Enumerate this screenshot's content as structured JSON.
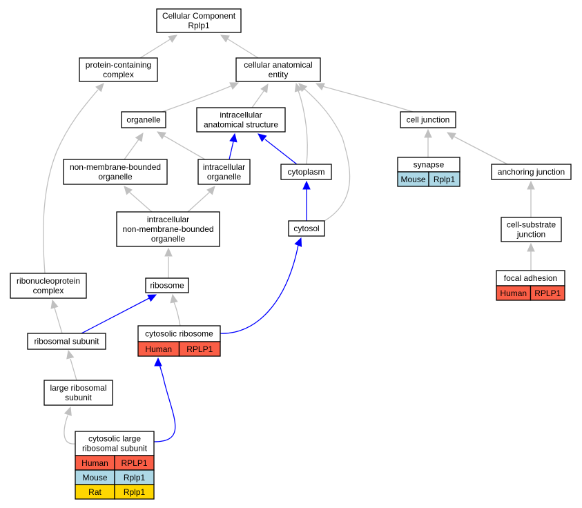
{
  "colors": {
    "edge_is_a": "#c0c0c0",
    "edge_part_of": "#0000ff",
    "species_human": "#fa5e46",
    "species_mouse": "#add8e6",
    "species_rat": "#ffd700"
  },
  "nodes": {
    "cellular_component": [
      "Cellular Component",
      "Rplp1"
    ],
    "protein_containing_complex": [
      "protein-containing",
      "complex"
    ],
    "cellular_anatomical_entity": [
      "cellular anatomical",
      "entity"
    ],
    "organelle": [
      "organelle"
    ],
    "intracellular_anatomical_structure": [
      "intracellular",
      "anatomical structure"
    ],
    "cell_junction": [
      "cell junction"
    ],
    "non_membrane_bounded_organelle": [
      "non-membrane-bounded",
      "organelle"
    ],
    "intracellular_organelle": [
      "intracellular",
      "organelle"
    ],
    "cytoplasm": [
      "cytoplasm"
    ],
    "synapse": [
      "synapse"
    ],
    "anchoring_junction": [
      "anchoring junction"
    ],
    "intracellular_non_membrane_bounded_organelle": [
      "intracellular",
      "non-membrane-bounded",
      "organelle"
    ],
    "cytosol": [
      "cytosol"
    ],
    "cell_substrate_junction": [
      "cell-substrate",
      "junction"
    ],
    "ribonucleoprotein_complex": [
      "ribonucleoprotein",
      "complex"
    ],
    "ribosome": [
      "ribosome"
    ],
    "focal_adhesion": [
      "focal adhesion"
    ],
    "ribosomal_subunit": [
      "ribosomal subunit"
    ],
    "cytosolic_ribosome": [
      "cytosolic ribosome"
    ],
    "large_ribosomal_subunit": [
      "large ribosomal",
      "subunit"
    ],
    "cytosolic_large_ribosomal_subunit": [
      "cytosolic large",
      "ribosomal subunit"
    ]
  },
  "annotations": {
    "synapse": [
      {
        "species": "Mouse",
        "gene": "Rplp1",
        "color": "#add8e6"
      }
    ],
    "focal_adhesion": [
      {
        "species": "Human",
        "gene": "RPLP1",
        "color": "#fa5e46"
      }
    ],
    "cytosolic_ribosome": [
      {
        "species": "Human",
        "gene": "RPLP1",
        "color": "#fa5e46"
      }
    ],
    "cytosolic_large_ribosomal_subunit": [
      {
        "species": "Human",
        "gene": "RPLP1",
        "color": "#fa5e46"
      },
      {
        "species": "Mouse",
        "gene": "Rplp1",
        "color": "#add8e6"
      },
      {
        "species": "Rat",
        "gene": "Rplp1",
        "color": "#ffd700"
      }
    ]
  },
  "edges": [
    {
      "from": "protein_containing_complex",
      "to": "cellular_component",
      "type": "is_a"
    },
    {
      "from": "cellular_anatomical_entity",
      "to": "cellular_component",
      "type": "is_a"
    },
    {
      "from": "organelle",
      "to": "cellular_anatomical_entity",
      "type": "is_a"
    },
    {
      "from": "intracellular_anatomical_structure",
      "to": "cellular_anatomical_entity",
      "type": "is_a"
    },
    {
      "from": "cytoplasm",
      "to": "cellular_anatomical_entity",
      "type": "is_a"
    },
    {
      "from": "cytosol",
      "to": "cellular_anatomical_entity",
      "type": "is_a"
    },
    {
      "from": "cell_junction",
      "to": "cellular_anatomical_entity",
      "type": "is_a"
    },
    {
      "from": "non_membrane_bounded_organelle",
      "to": "organelle",
      "type": "is_a"
    },
    {
      "from": "intracellular_organelle",
      "to": "organelle",
      "type": "is_a"
    },
    {
      "from": "intracellular_organelle",
      "to": "intracellular_anatomical_structure",
      "type": "part_of"
    },
    {
      "from": "cytoplasm",
      "to": "intracellular_anatomical_structure",
      "type": "part_of"
    },
    {
      "from": "synapse",
      "to": "cell_junction",
      "type": "is_a"
    },
    {
      "from": "anchoring_junction",
      "to": "cell_junction",
      "type": "is_a"
    },
    {
      "from": "intracellular_non_membrane_bounded_organelle",
      "to": "non_membrane_bounded_organelle",
      "type": "is_a"
    },
    {
      "from": "intracellular_non_membrane_bounded_organelle",
      "to": "intracellular_organelle",
      "type": "is_a"
    },
    {
      "from": "cytosol",
      "to": "cytoplasm",
      "type": "part_of"
    },
    {
      "from": "cell_substrate_junction",
      "to": "anchoring_junction",
      "type": "is_a"
    },
    {
      "from": "focal_adhesion",
      "to": "cell_substrate_junction",
      "type": "is_a"
    },
    {
      "from": "ribonucleoprotein_complex",
      "to": "protein_containing_complex",
      "type": "is_a"
    },
    {
      "from": "ribosome",
      "to": "intracellular_non_membrane_bounded_organelle",
      "type": "is_a"
    },
    {
      "from": "ribosomal_subunit",
      "to": "ribonucleoprotein_complex",
      "type": "is_a"
    },
    {
      "from": "ribosomal_subunit",
      "to": "ribosome",
      "type": "part_of"
    },
    {
      "from": "cytosolic_ribosome",
      "to": "ribosome",
      "type": "is_a"
    },
    {
      "from": "cytosolic_ribosome",
      "to": "cytosol",
      "type": "part_of"
    },
    {
      "from": "large_ribosomal_subunit",
      "to": "ribosomal_subunit",
      "type": "is_a"
    },
    {
      "from": "cytosolic_large_ribosomal_subunit",
      "to": "large_ribosomal_subunit",
      "type": "is_a"
    },
    {
      "from": "cytosolic_large_ribosomal_subunit",
      "to": "cytosolic_ribosome",
      "type": "part_of"
    }
  ]
}
